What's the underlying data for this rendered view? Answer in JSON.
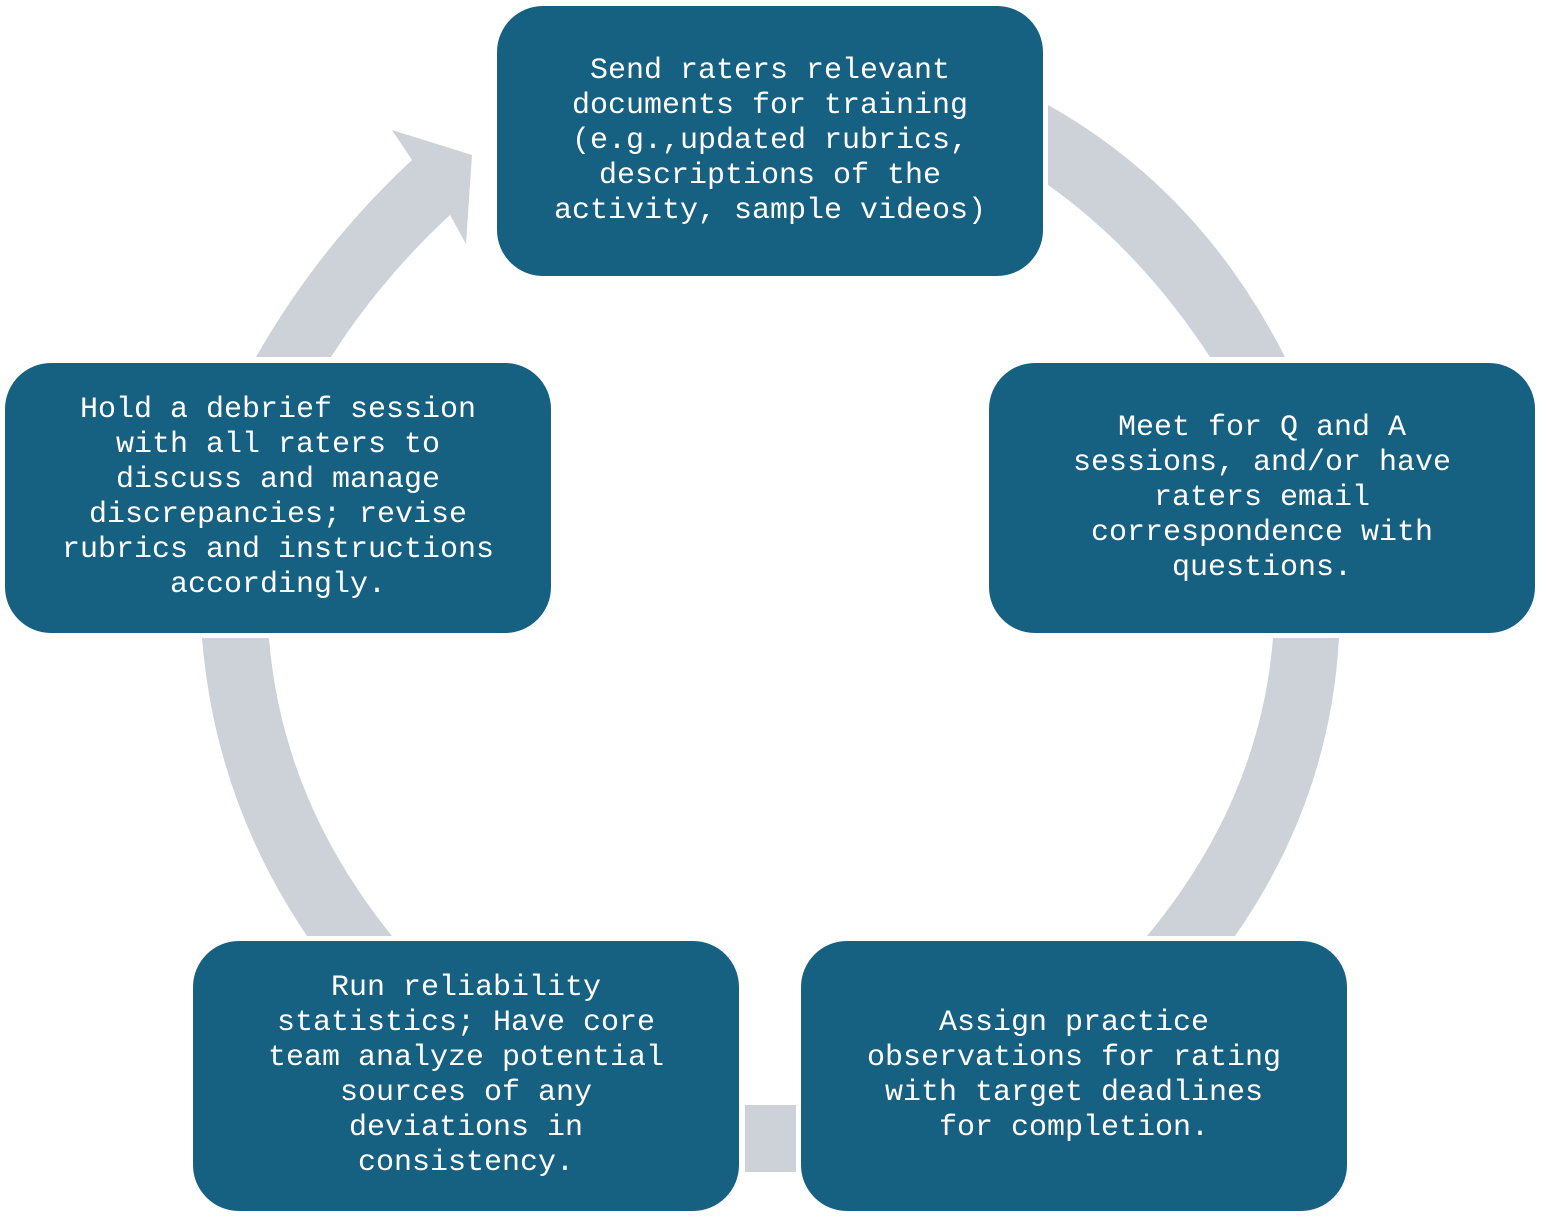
{
  "diagram": {
    "type": "cycle",
    "arrow_color": "#cdd2d9",
    "box_color": "#166082",
    "text_color": "#ffffff",
    "steps": [
      {
        "text": "Send raters relevant\ndocuments for training\n(e.g.,updated rubrics,\ndescriptions of the\nactivity, sample videos)"
      },
      {
        "text": "Meet for Q and A\nsessions, and/or have\nraters email\ncorrespondence with\nquestions."
      },
      {
        "text": "Assign practice\nobservations for rating\nwith target deadlines\nfor completion."
      },
      {
        "text": "Run reliability\nstatistics; Have core\nteam analyze potential\nsources of any\ndeviations in\nconsistency."
      },
      {
        "text": "Hold a debrief session\nwith all raters to\ndiscuss and manage\ndiscrepancies; revise\nrubrics and instructions\naccordingly."
      }
    ]
  }
}
